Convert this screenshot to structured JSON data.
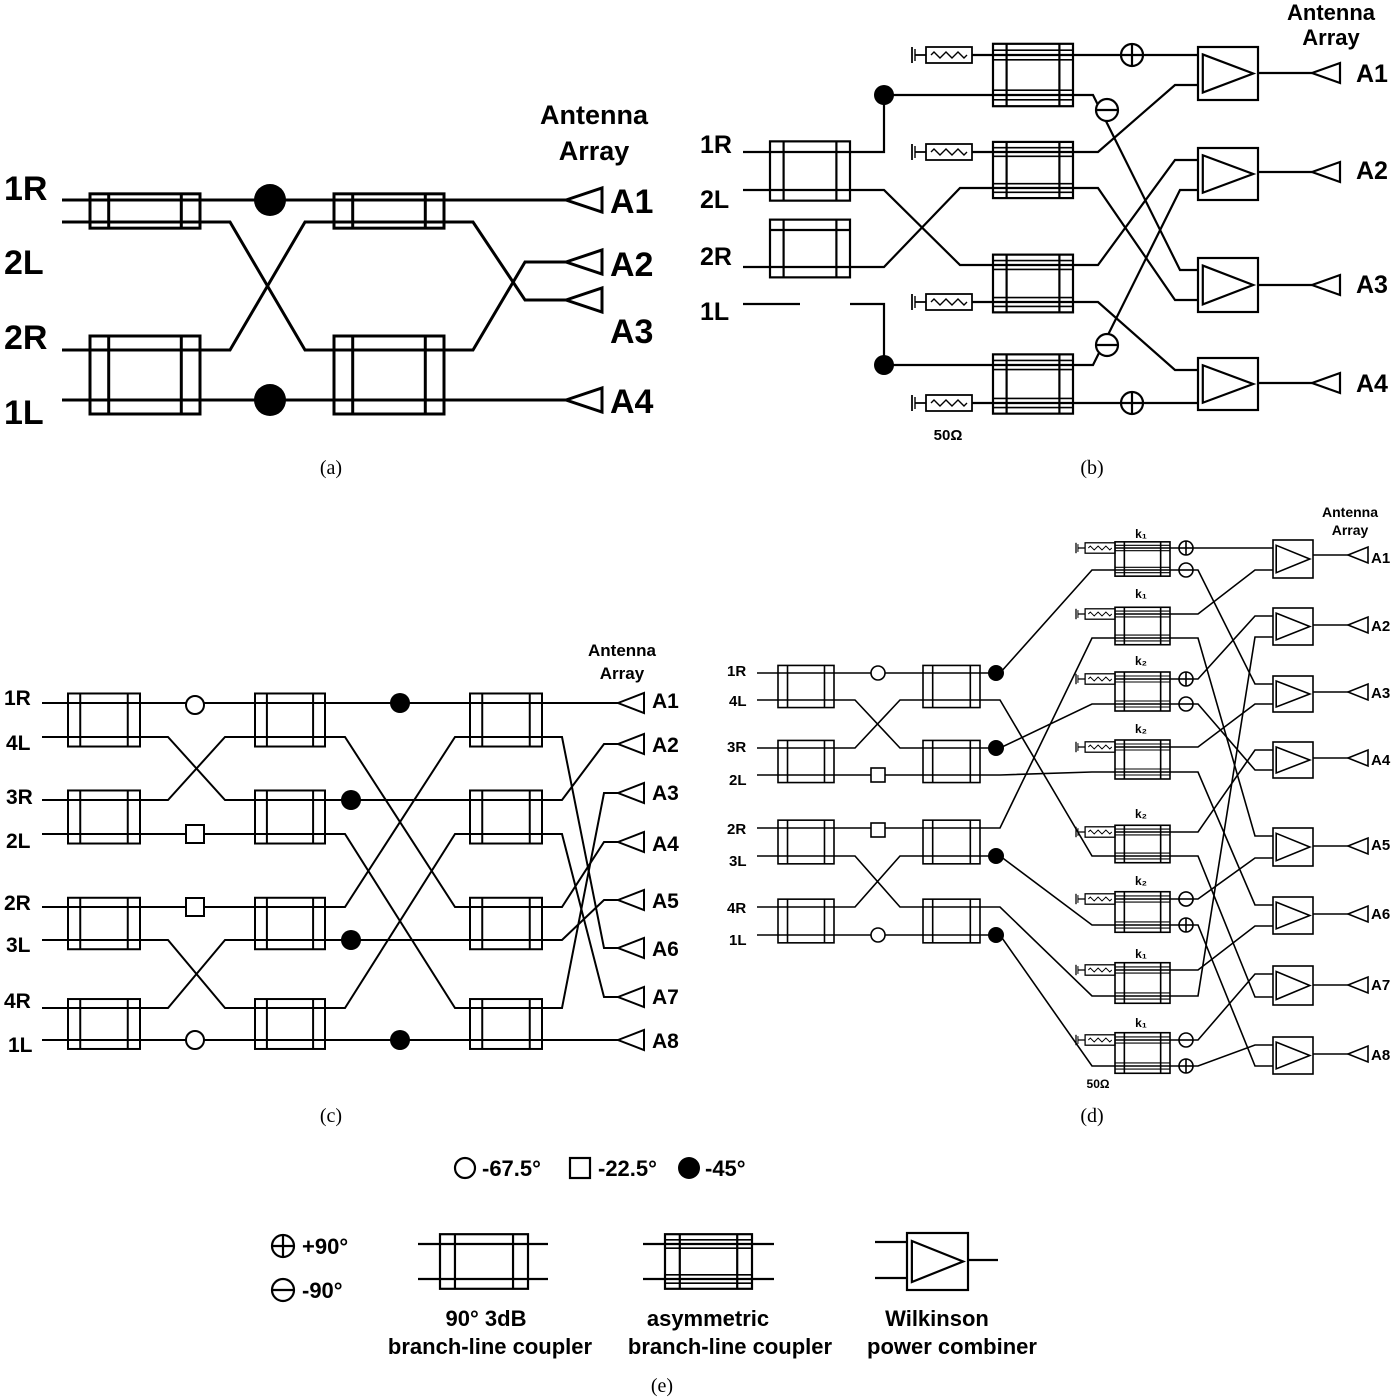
{
  "panel_a": {
    "caption": "(a)",
    "antenna_title": [
      "Antenna",
      "Array"
    ],
    "inputs": [
      "1R",
      "2L",
      "2R",
      "1L"
    ],
    "outputs": [
      "A1",
      "A2",
      "A3",
      "A4"
    ]
  },
  "panel_b": {
    "caption": "(b)",
    "antenna_title": [
      "Antenna",
      "Array"
    ],
    "inputs": [
      "1R",
      "2L",
      "2R",
      "1L"
    ],
    "outputs": [
      "A1",
      "A2",
      "A3",
      "A4"
    ],
    "load_label": "50Ω"
  },
  "panel_c": {
    "caption": "(c)",
    "antenna_title": [
      "Antenna",
      "Array"
    ],
    "inputs": [
      "1R",
      "4L",
      "3R",
      "2L",
      "2R",
      "3L",
      "4R",
      "1L"
    ],
    "outputs": [
      "A1",
      "A2",
      "A3",
      "A4",
      "A5",
      "A6",
      "A7",
      "A8"
    ]
  },
  "panel_d": {
    "caption": "(d)",
    "antenna_title": [
      "Antenna",
      "Array"
    ],
    "inputs": [
      "1R",
      "4L",
      "3R",
      "2L",
      "2R",
      "3L",
      "4R",
      "1L"
    ],
    "outputs": [
      "A1",
      "A2",
      "A3",
      "A4",
      "A5",
      "A6",
      "A7",
      "A8"
    ],
    "coupler_labels": [
      "k₁",
      "k₁",
      "k₂",
      "k₂",
      "k₂",
      "k₂",
      "k₁",
      "k₁"
    ],
    "load_label": "50Ω"
  },
  "legend": {
    "caption": "(e)",
    "phase_circle": "-67.5°",
    "phase_square": "-22.5°",
    "phase_filled": "-45°",
    "plus90": "+90°",
    "minus90": "-90°",
    "coupler_3db": [
      "90° 3dB",
      "branch-line coupler"
    ],
    "coupler_asym": [
      "asymmetric",
      "branch-line coupler"
    ],
    "wilkinson": [
      "Wilkinson",
      "power combiner"
    ]
  },
  "colors": {
    "ink": "#000000",
    "paper": "#ffffff"
  }
}
